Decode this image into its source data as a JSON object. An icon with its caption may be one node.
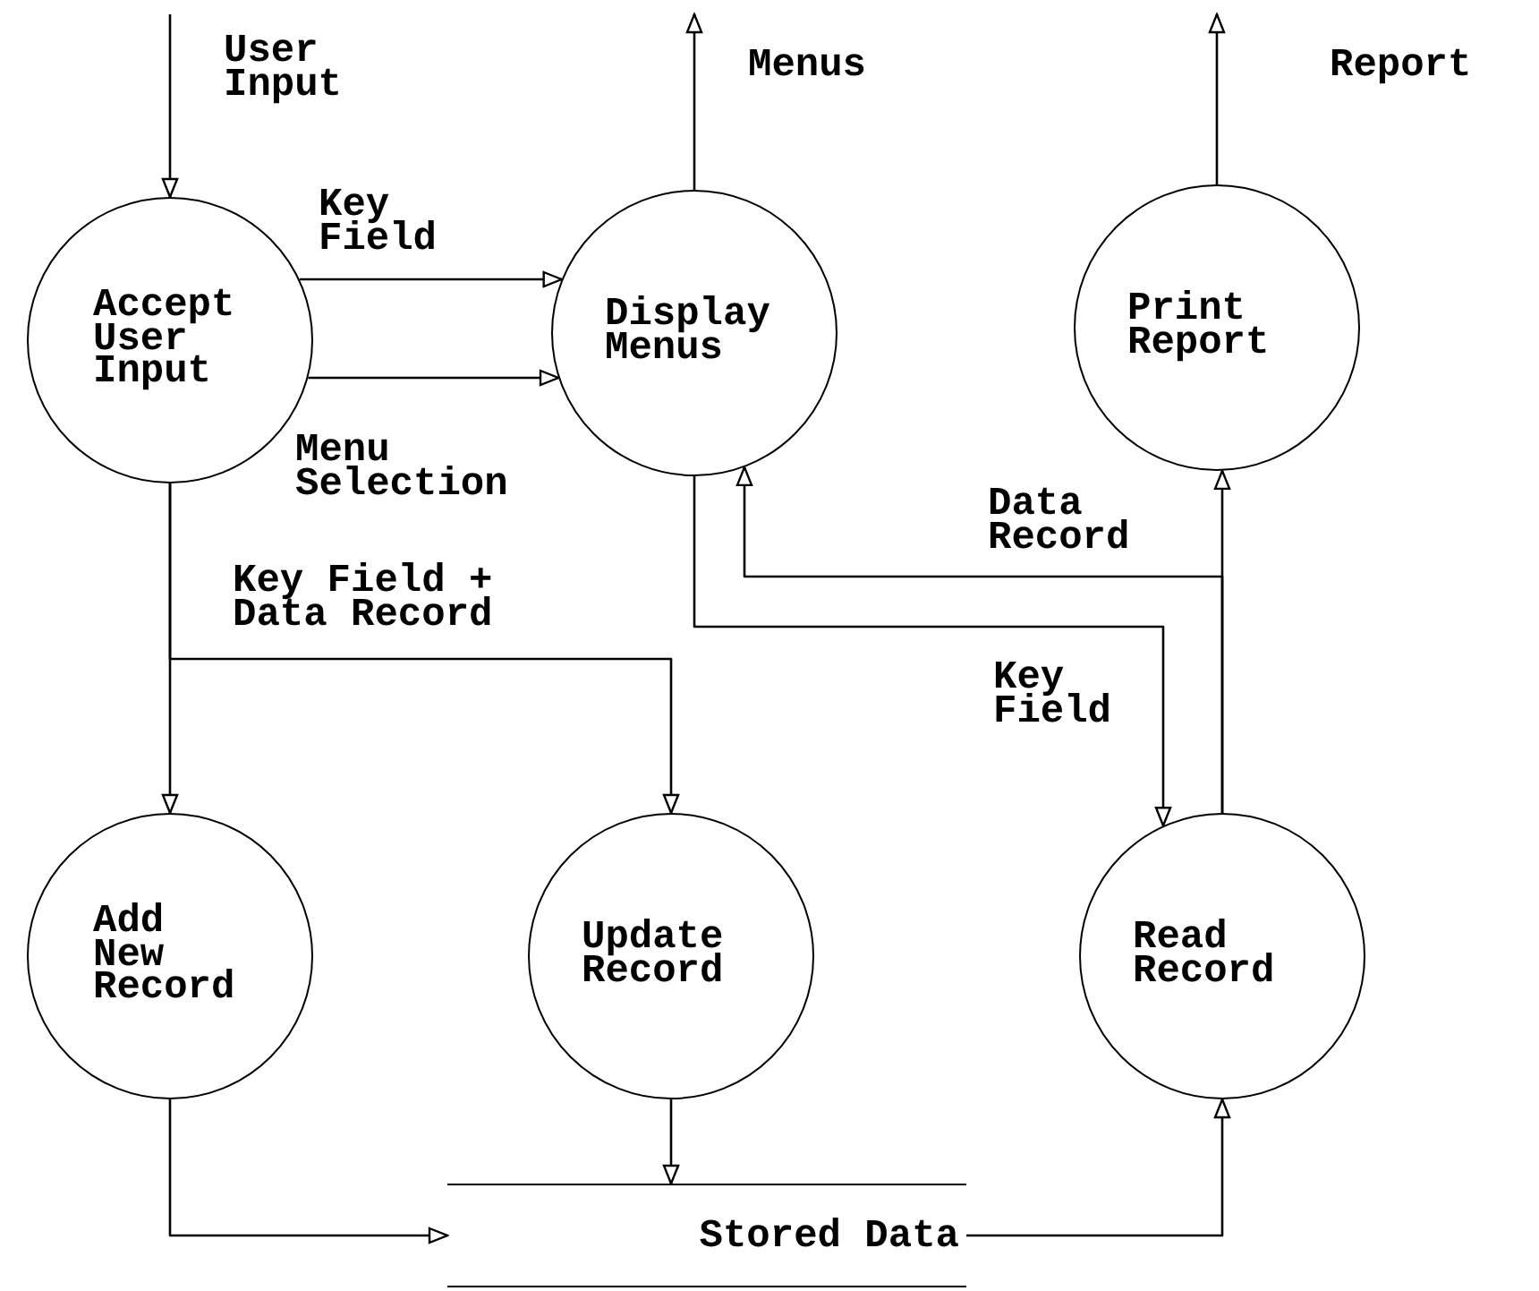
{
  "diagram": {
    "nodes": [
      {
        "text": [
          "Accept User Input"
        ]
      },
      {
        "text": [
          "Display Menus"
        ]
      },
      {
        "text": [
          "Print Report"
        ]
      },
      {
        "text": [
          "Add New Record"
        ]
      },
      {
        "text": [
          "Update Record"
        ]
      },
      {
        "text": [
          "Read Record"
        ]
      },
      {
        "text": [
          "Stored Data"
        ]
      }
    ],
    "edges": [
      {
        "from": null,
        "to": 0,
        "arrow": "to",
        "label": "User Input"
      },
      {
        "from": 1,
        "to": null,
        "arrow": "to",
        "label": "Menus"
      },
      {
        "from": 2,
        "to": null,
        "arrow": "to",
        "label": "Report"
      },
      {
        "from": 0,
        "to": 1,
        "arrow": "to",
        "label": "Key Field"
      },
      {
        "from": 0,
        "to": 1,
        "arrow": "to",
        "label": "Menu Selection"
      },
      {
        "from": 0,
        "to": 3,
        "arrow": "to"
      },
      {
        "from": 0,
        "to": 4,
        "arrow": "to",
        "label": "Key Field + Data Record"
      },
      {
        "from": 1,
        "to": 5,
        "arrow": "to",
        "label": "Key Field"
      },
      {
        "from": 5,
        "to": 1,
        "arrow": "to",
        "label": "Data Record"
      },
      {
        "from": 5,
        "to": 2,
        "arrow": "to"
      },
      {
        "from": 4,
        "to": 6,
        "arrow": "to"
      },
      {
        "from": 3,
        "to": 6,
        "arrow": "to"
      },
      {
        "from": 6,
        "to": 5,
        "arrow": "to"
      }
    ]
  }
}
